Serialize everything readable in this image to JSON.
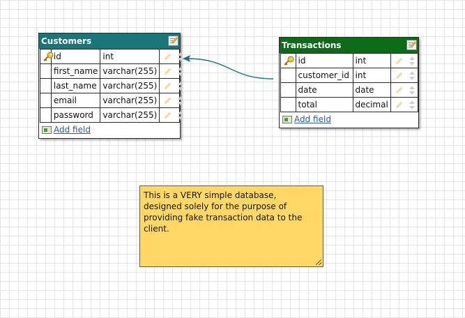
{
  "colors": {
    "customers_header": "#1b7478",
    "transactions_header": "#0c6b16",
    "note_bg": "#ffd867",
    "connector": "#1b7478"
  },
  "customers": {
    "title": "Customers",
    "fields": [
      {
        "name": "id",
        "type": "int",
        "primary_key": true
      },
      {
        "name": "first_name",
        "type": "varchar(255)",
        "primary_key": false
      },
      {
        "name": "last_name",
        "type": "varchar(255)",
        "primary_key": false
      },
      {
        "name": "email",
        "type": "varchar(255)",
        "primary_key": false
      },
      {
        "name": "password",
        "type": "varchar(255)",
        "primary_key": false
      }
    ],
    "add_field_label": "Add field"
  },
  "transactions": {
    "title": "Transactions",
    "fields": [
      {
        "name": "id",
        "type": "int",
        "primary_key": true
      },
      {
        "name": "customer_id",
        "type": "int",
        "primary_key": false
      },
      {
        "name": "date",
        "type": "date",
        "primary_key": false
      },
      {
        "name": "total",
        "type": "decimal",
        "primary_key": false
      }
    ],
    "add_field_label": "Add field"
  },
  "note": {
    "text": "This is a VERY simple database, designed solely for the purpose of providing fake transaction data to the client."
  },
  "icons": {
    "edit": "edit-table-icon",
    "key": "key-icon",
    "pencil": "pencil-icon",
    "reorder": "reorder-arrows-icon",
    "add": "add-field-icon"
  }
}
